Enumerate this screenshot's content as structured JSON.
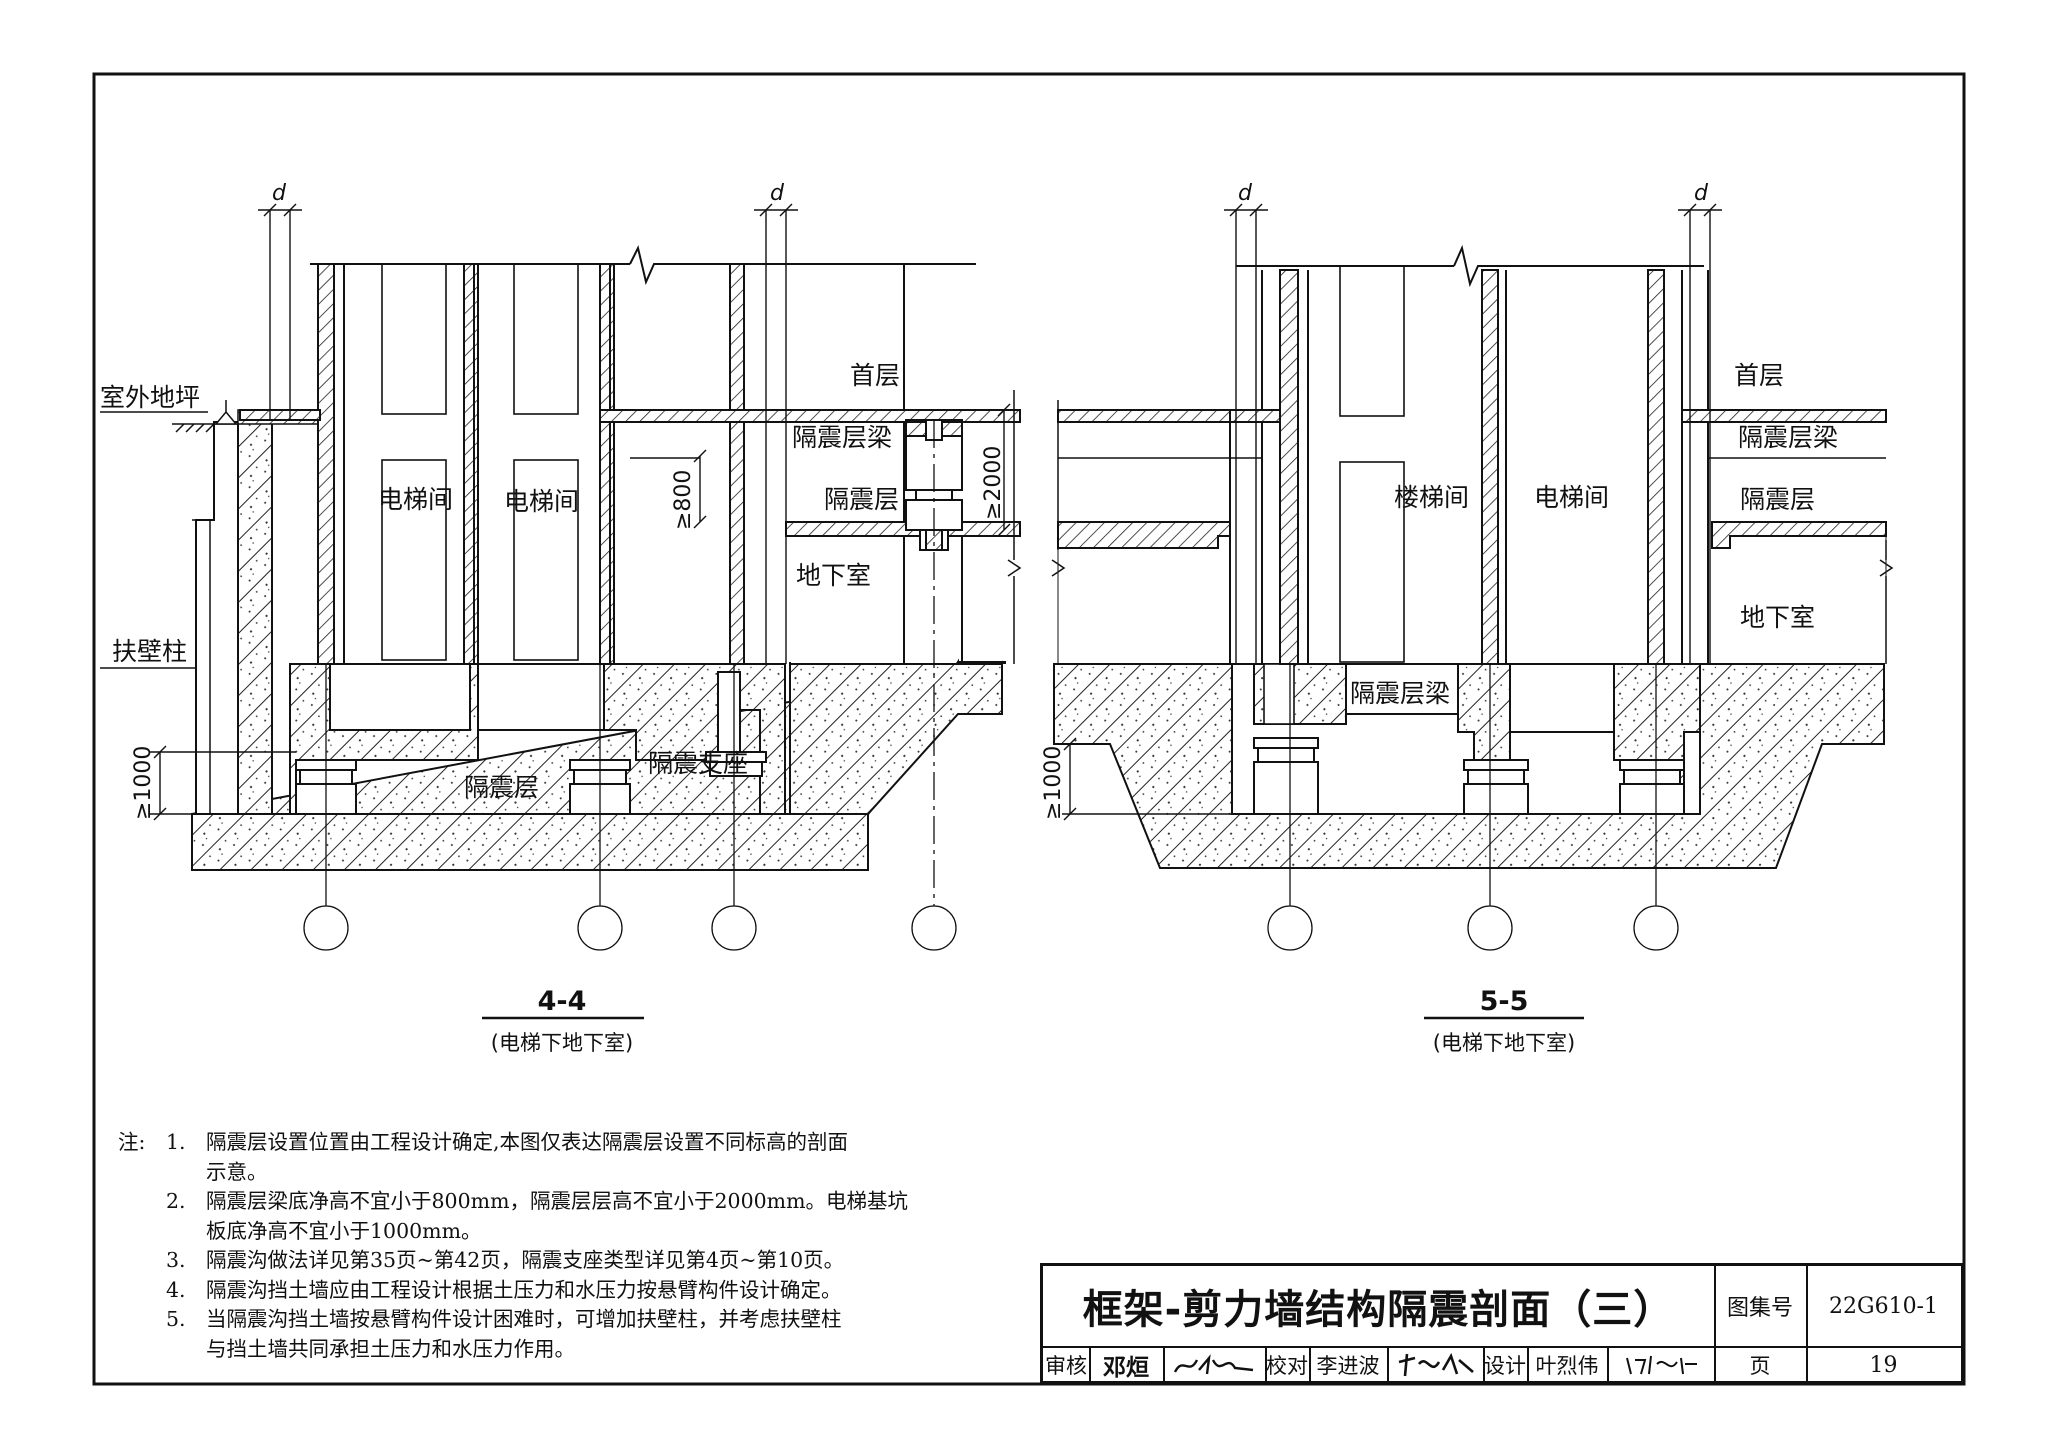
{
  "sections": [
    {
      "id": "4-4",
      "title": "4-4",
      "subtitle": "(电梯下地下室)"
    },
    {
      "id": "5-5",
      "title": "5-5",
      "subtitle": "(电梯下地下室)"
    }
  ],
  "labels": {
    "outdoor_ground": "室外地坪",
    "buttress": "扶壁柱",
    "elevator_room": "电梯间",
    "stair_room": "楼梯间",
    "first_floor": "首层",
    "iso_beam": "隔震层梁",
    "iso_layer": "隔震层",
    "basement": "地下室",
    "iso_support": "隔震支座",
    "dim_d": "d",
    "dim_800": "≥800",
    "dim_2000": "≥2000",
    "dim_1000": "≥1000"
  },
  "notes": {
    "heading": "注:",
    "items": [
      {
        "num": "1.",
        "lines": [
          "隔震层设置位置由工程设计确定,本图仅表达隔震层设置不同标高的剖面",
          "示意。"
        ]
      },
      {
        "num": "2.",
        "lines": [
          "隔震层梁底净高不宜小于800mm，隔震层层高不宜小于2000mm。电梯基坑",
          "板底净高不宜小于1000mm。"
        ]
      },
      {
        "num": "3.",
        "lines": [
          "隔震沟做法详见第35页~第42页，隔震支座类型详见第4页~第10页。"
        ]
      },
      {
        "num": "4.",
        "lines": [
          "隔震沟挡土墙应由工程设计根据土压力和水压力按悬臂构件设计确定。"
        ]
      },
      {
        "num": "5.",
        "lines": [
          "当隔震沟挡土墙按悬臂构件设计困难时，可增加扶壁柱，并考虑扶壁柱",
          "与挡土墙共同承担土压力和水压力作用。"
        ]
      }
    ]
  },
  "title_block": {
    "title": "框架-剪力墙结构隔震剖面（三）",
    "atlas_label": "图集号",
    "atlas_no": "22G610-1",
    "review_label": "审核",
    "reviewer": "邓烜",
    "check_label": "校对",
    "checker": "李进波",
    "design_label": "设计",
    "designer": "叶烈伟",
    "page_label": "页",
    "page_no": "19"
  }
}
